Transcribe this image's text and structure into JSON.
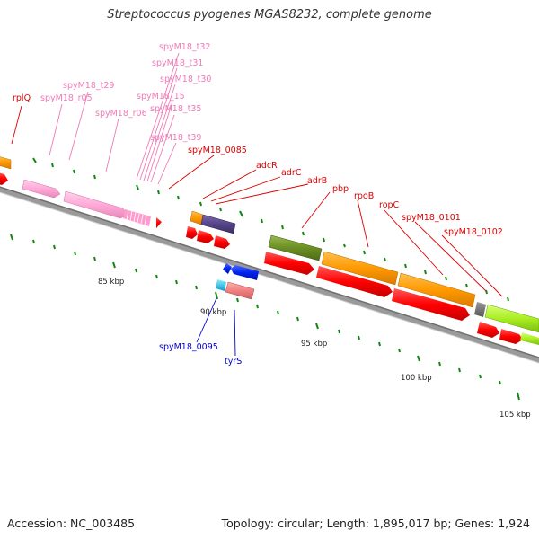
{
  "title": "Streptococcus pyogenes MGAS8232, complete genome",
  "footer": {
    "accession": "Accession: NC_003485",
    "summary": "Topology: circular; Length: 1,895,017 bp; Genes: 1,924"
  },
  "scale_labels": [
    "85 kbp",
    "90 kbp",
    "95 kbp",
    "100 kbp",
    "105 kbp"
  ],
  "gene_labels": [
    {
      "text": "rplQ",
      "color": "#dd0000"
    },
    {
      "text": "spyM18_t29",
      "color": "#f07ab8"
    },
    {
      "text": "spyM18_r05",
      "color": "#f07ab8"
    },
    {
      "text": "spyM18_r06",
      "color": "#f07ab8"
    },
    {
      "text": "spyM18_t32",
      "color": "#f07ab8"
    },
    {
      "text": "spyM18_t31",
      "color": "#f07ab8"
    },
    {
      "text": "spyM18_t30",
      "color": "#f07ab8"
    },
    {
      "text": "spyM18_15",
      "color": "#f07ab8"
    },
    {
      "text": "spyM18_t35",
      "color": "#f07ab8"
    },
    {
      "text": "spyM18_t39",
      "color": "#f07ab8"
    },
    {
      "text": "spyM18_0085",
      "color": "#dd0000"
    },
    {
      "text": "adcR",
      "color": "#dd0000"
    },
    {
      "text": "adrC",
      "color": "#dd0000"
    },
    {
      "text": "adrB",
      "color": "#dd0000"
    },
    {
      "text": "pbp",
      "color": "#dd0000"
    },
    {
      "text": "rpoB",
      "color": "#dd0000"
    },
    {
      "text": "ropC",
      "color": "#dd0000"
    },
    {
      "text": "spyM18_0101",
      "color": "#dd0000"
    },
    {
      "text": "spyM18_0102",
      "color": "#dd0000"
    },
    {
      "text": "spyM18_0095",
      "color": "#0000cc"
    },
    {
      "text": "tyrS",
      "color": "#0000cc"
    }
  ],
  "colors": {
    "backbone": "#8c8c8c",
    "tick": "#118811",
    "forward_gene": "#ff0000",
    "rrna": "#ffaad8",
    "orange": "#ff9900",
    "olive": "#6b8e23",
    "purple": "#554488",
    "blue": "#0022ee",
    "cyan": "#22ccee",
    "salmon": "#f08080",
    "lime": "#aaee22"
  }
}
